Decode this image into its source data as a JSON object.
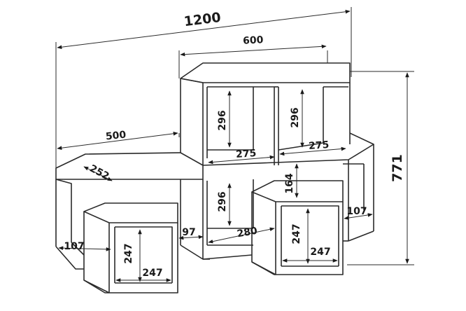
{
  "diagram": {
    "dimensions": {
      "overall_width": "1200",
      "top_width": "600",
      "left_width": "500",
      "depth": "252",
      "overall_height": "771",
      "top_left_height": "296",
      "top_right_height": "296",
      "top_left_width": "275",
      "top_right_width": "275",
      "middle_height": "296",
      "middle_width": "280",
      "right_upper_height": "164",
      "right_side_width": "107",
      "left_side_width": "107",
      "small_gap": "97",
      "left_cube_height": "247",
      "left_cube_width": "247",
      "right_cube_height": "247",
      "right_cube_width": "247"
    }
  }
}
